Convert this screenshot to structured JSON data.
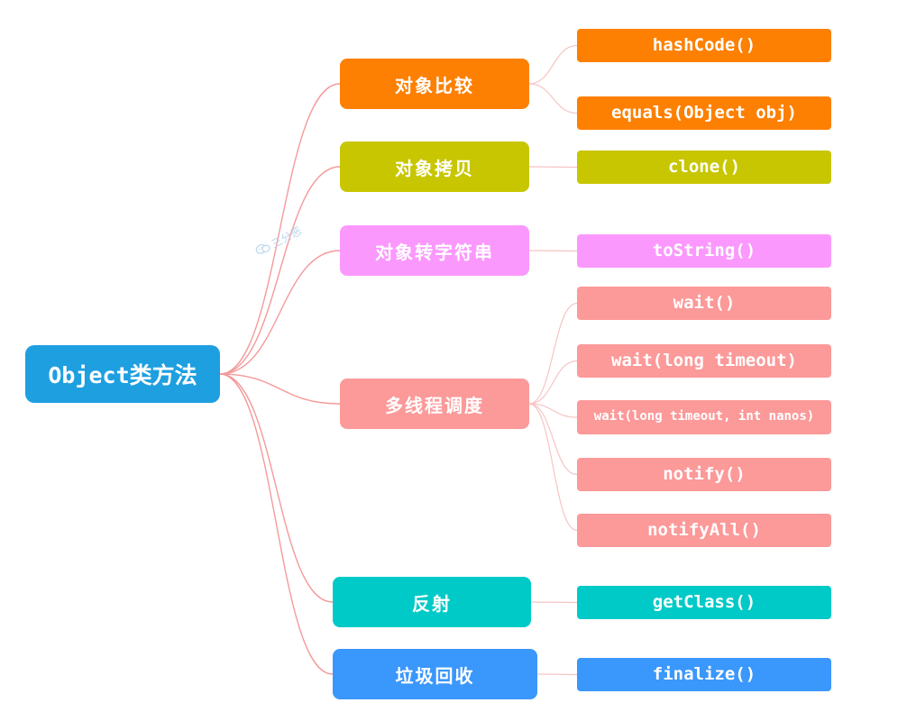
{
  "colors": {
    "root": "#1e9fe0",
    "link_root": "#f49a9a",
    "link_leaf": "#f7c4c4",
    "orange": "#fd8002",
    "olive": "#c7c600",
    "pink": "#fb98fd",
    "salmon": "#fc9999",
    "teal": "#00cac7",
    "blue": "#3a97fb"
  },
  "root": {
    "label": "Object类方法"
  },
  "watermark": {
    "icon": "wechat-bubble-icon",
    "text": "三分恶"
  },
  "categories": [
    {
      "label": "对象比较",
      "color": "orange",
      "children": [
        "hashCode()",
        "equals(Object obj)"
      ]
    },
    {
      "label": "对象拷贝",
      "color": "olive",
      "children": [
        "clone()"
      ]
    },
    {
      "label": "对象转字符串",
      "color": "pink",
      "children": [
        "toString()"
      ]
    },
    {
      "label": "多线程调度",
      "color": "salmon",
      "children": [
        "wait()",
        "wait(long timeout)",
        "wait(long timeout, int nanos)",
        "notify()",
        "notifyAll()"
      ]
    },
    {
      "label": "反射",
      "color": "teal",
      "children": [
        "getClass()"
      ]
    },
    {
      "label": "垃圾回收",
      "color": "blue",
      "children": [
        "finalize()"
      ]
    }
  ]
}
